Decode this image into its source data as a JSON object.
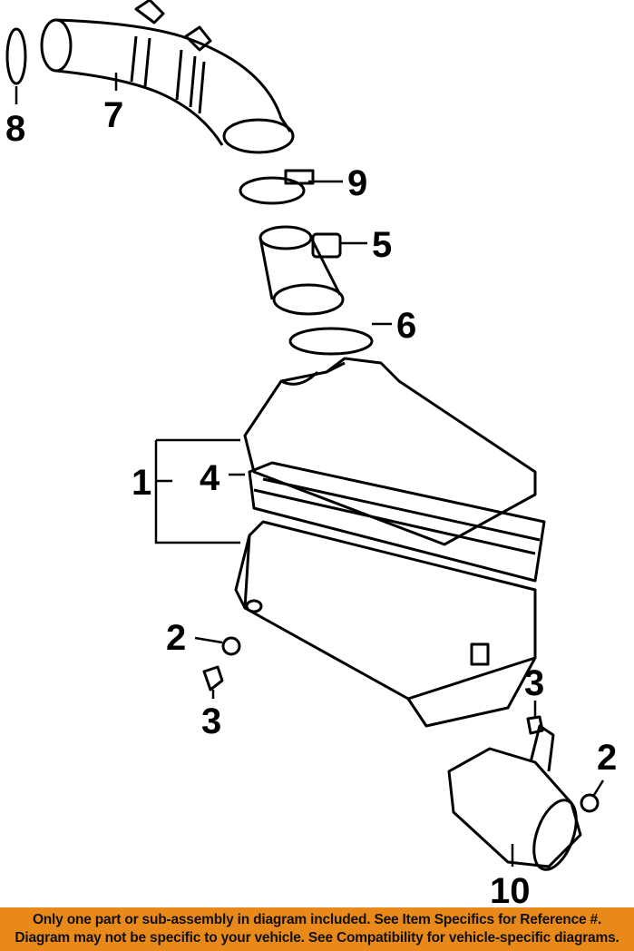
{
  "callouts": {
    "c1": "1",
    "c2a": "2",
    "c2b": "2",
    "c3a": "3",
    "c3b": "3",
    "c4": "4",
    "c5": "5",
    "c6": "6",
    "c7": "7",
    "c8": "8",
    "c9": "9",
    "c10": "10"
  },
  "banner": {
    "line1": "Only one part or sub-assembly in diagram included. See Item Specifics for Reference #.",
    "line2": "Diagram may not be specific to your vehicle. See Compatibility for vehicle-specific diagrams.",
    "color": "#E8891A"
  }
}
